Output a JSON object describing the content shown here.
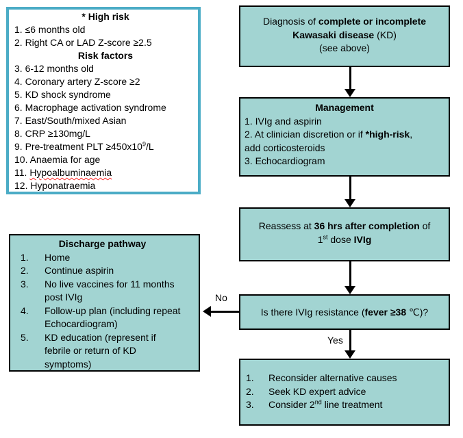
{
  "colors": {
    "teal_fill": "#a2d4d2",
    "border_black": "#000000",
    "high_risk_border": "#4bacc6",
    "misspelling_underline": "#ff2a2a"
  },
  "high_risk_box": {
    "title": "* High risk",
    "items_top": [
      "1. ≤6 months old",
      "2. Right CA or LAD Z-score ≥2.5"
    ],
    "subtitle": "Risk factors",
    "items": [
      "3. 6-12 months old",
      "4. Coronary artery Z-score ≥2",
      "5. KD shock syndrome",
      "6. Macrophage activation syndrome",
      "7. East/South/mixed Asian",
      "8. CRP ≥130mg/L"
    ],
    "item9": {
      "pre": "9. Pre-treatment PLT ≥450x10",
      "sup": "9",
      "post": "/L"
    },
    "item10": "10. Anaemia for age",
    "item11": {
      "num": "11. ",
      "word": "Hypoalbuminaemia"
    },
    "item12": "12. Hyponatraemia"
  },
  "diagnosis_box": {
    "line1_normal": "Diagnosis of ",
    "line1_bold": "complete or incomplete",
    "line2_bold": "Kawasaki disease",
    "line2_normal": " (KD)",
    "line3": "(see above)"
  },
  "management_box": {
    "title": "Management",
    "item1": "1. IVIg and aspirin",
    "item2_pre": "2. At clinician discretion or if ",
    "item2_bold": "*high-risk",
    "item2_post": ",",
    "item2_cont": "add corticosteroids",
    "item3": "3. Echocardiogram"
  },
  "reassess_box": {
    "line1_pre": "Reassess at ",
    "line1_bold": "36 hrs after completion",
    "line1_post": " of",
    "line2_num": "1",
    "line2_sup": "st",
    "line2_mid": " dose ",
    "line2_bold": "IVIg"
  },
  "question_box": {
    "pre": "Is there IVIg resistance (",
    "bold": "fever ≥38",
    "post": " ℃)?"
  },
  "labels": {
    "yes": "Yes",
    "no": "No"
  },
  "resistance_box": {
    "items": [
      {
        "num": "1.",
        "text": "Reconsider alternative causes"
      },
      {
        "num": "2.",
        "text": "Seek KD expert advice"
      },
      {
        "num": "3.",
        "pre": "Consider 2",
        "sup": "nd",
        "post": " line treatment"
      }
    ]
  },
  "discharge_box": {
    "title": "Discharge pathway",
    "items": [
      {
        "num": "1.",
        "lines": [
          "Home"
        ]
      },
      {
        "num": "2.",
        "lines": [
          "Continue aspirin"
        ]
      },
      {
        "num": "3.",
        "lines": [
          "No live vaccines for 11 months",
          "post IVIg"
        ]
      },
      {
        "num": "4.",
        "lines": [
          "Follow-up plan (including repeat",
          "Echocardiogram)"
        ]
      },
      {
        "num": "5.",
        "lines": [
          "KD education (represent if",
          "febrile or return of KD",
          "symptoms)"
        ]
      }
    ]
  }
}
